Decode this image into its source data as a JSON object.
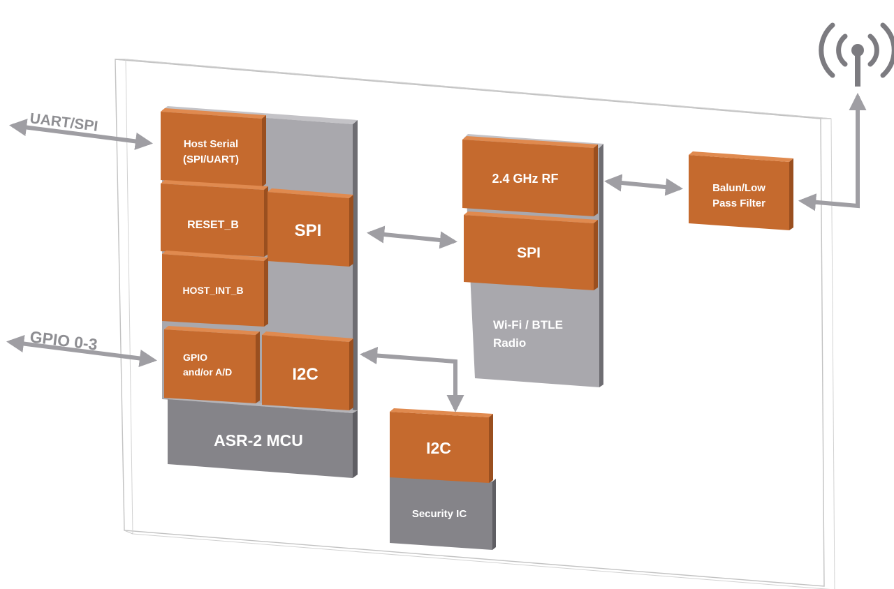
{
  "colors": {
    "orange": "#c56a2e",
    "orange_top": "#e08a4f",
    "orange_side": "#9a4f1f",
    "gray": "#a9a8ad",
    "gray_dark": "#858489",
    "gray_side": "#6e6d72",
    "arrow": "#9f9ea3",
    "board_line": "#c2c2c2"
  },
  "icons": {
    "antenna": "antenna-icon"
  },
  "interfaces": {
    "uart_spi": "UART/SPI",
    "gpio": "GPIO 0-3"
  },
  "mcu": {
    "label": "ASR-2 MCU",
    "host_serial": [
      "Host Serial",
      "(SPI/UART)"
    ],
    "reset": "RESET_B",
    "spi": "SPI",
    "host_int": "HOST_INT_B",
    "gpio": [
      "GPIO",
      "and/or A/D"
    ],
    "i2c": "I2C"
  },
  "radio": {
    "label": [
      "Wi-Fi / BTLE",
      "Radio"
    ],
    "rf": "2.4 GHz RF",
    "spi": "SPI"
  },
  "filter": {
    "label": [
      "Balun/Low",
      "Pass Filter"
    ]
  },
  "security": {
    "label": "Security IC",
    "i2c": "I2C"
  }
}
